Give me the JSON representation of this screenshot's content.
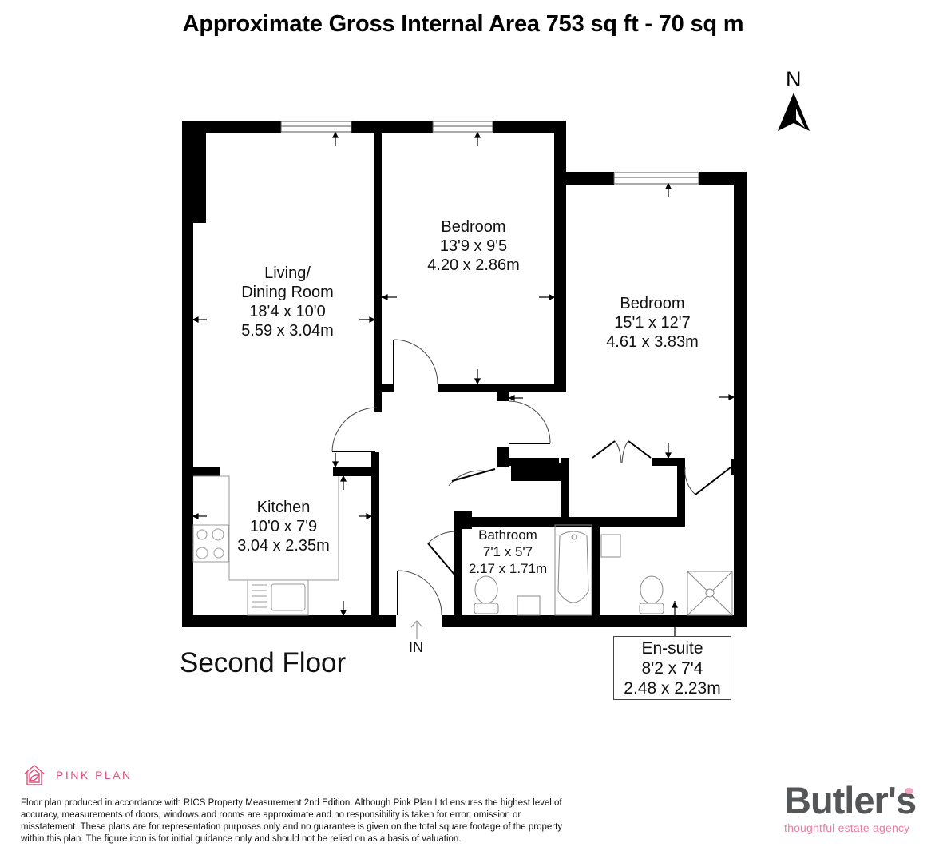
{
  "header": {
    "title": "Approximate Gross Internal Area 753 sq ft - 70 sq m"
  },
  "compass": {
    "label": "N"
  },
  "floor": {
    "name": "Second Floor",
    "entrance_label": "IN"
  },
  "rooms": [
    {
      "name": "Living/",
      "name2": "Dining Room",
      "imperial": "18'4 x 10'0",
      "metric": "5.59 x 3.04m"
    },
    {
      "name": "Bedroom",
      "imperial": "13'9 x 9'5",
      "metric": "4.20 x 2.86m"
    },
    {
      "name": "Bedroom",
      "imperial": "15'1 x 12'7",
      "metric": "4.61 x 3.83m"
    },
    {
      "name": "Kitchen",
      "imperial": "10'0 x 7'9",
      "metric": "3.04 x 2.35m"
    },
    {
      "name": "Bathroom",
      "imperial": "7'1 x 5'7",
      "metric": "2.17 x 1.71m"
    },
    {
      "name": "En-suite",
      "imperial": "8'2 x 7'4",
      "metric": "2.48 x 2.23m"
    }
  ],
  "footer": {
    "brand_name": "PINK PLAN",
    "brand_color": "#e0507b",
    "disclaimer": "Floor plan produced in accordance with RICS Property Measurement 2nd Edition. Although Pink Plan Ltd ensures the highest level of accuracy, measurements of doors, windows and rooms are approximate and no responsibility is taken for error, omission or misstatement. These plans are for representation purposes only and no guarantee is given on the total square footage of the property within this plan. The figure icon is for initial guidance only and should not be relied on as a basis of valuation.",
    "agency_logo": "Butler's",
    "agency_tagline": "thoughtful estate agency",
    "agency_color": "#545658",
    "agency_accent": "#e97fa1"
  }
}
